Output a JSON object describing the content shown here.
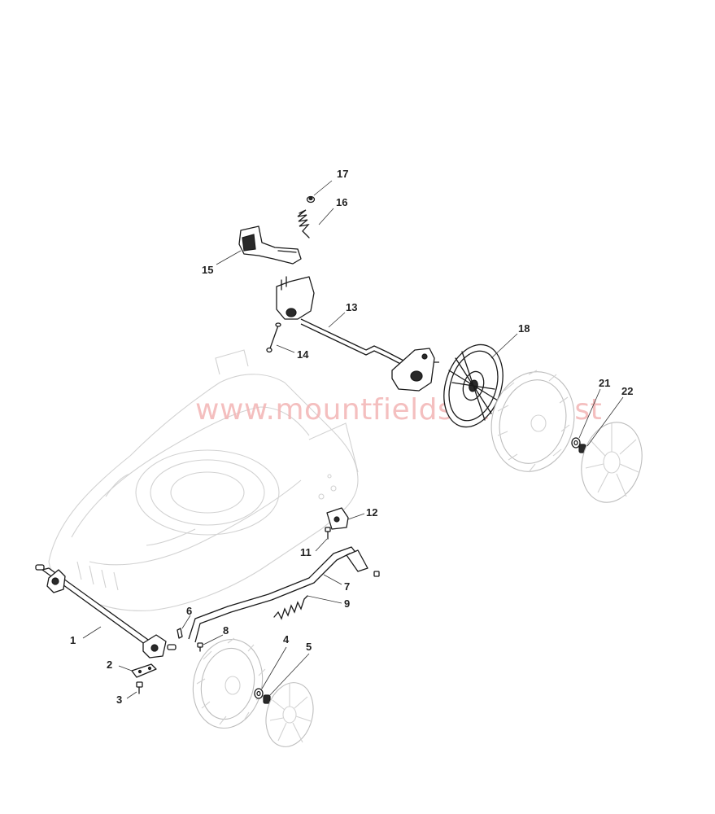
{
  "watermark": "www.mountfieldspare.co.st",
  "callouts": {
    "c1": "1",
    "c2": "2",
    "c3": "3",
    "c4": "4",
    "c5": "5",
    "c6": "6",
    "c7": "7",
    "c8": "8",
    "c9": "9",
    "c11": "11",
    "c12": "12",
    "c13": "13",
    "c14": "14",
    "c15": "15",
    "c16": "16",
    "c17": "17",
    "c18": "18",
    "c21": "21",
    "c22": "22"
  }
}
